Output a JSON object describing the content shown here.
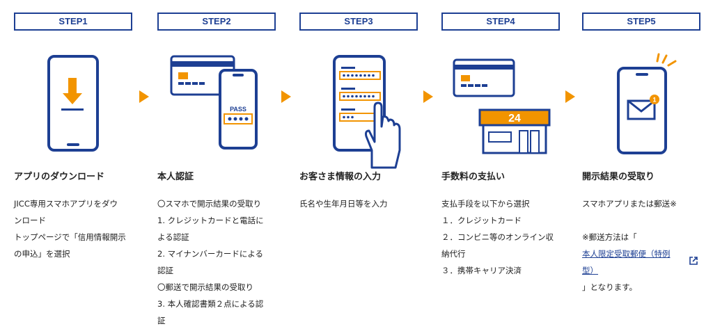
{
  "steps": [
    {
      "badge": "STEP1",
      "title": "アプリのダウンロード",
      "lines": [
        "JICC専用スマホアプリをダウ",
        "ンロード",
        "トップページで「信用情報開示",
        "の申込」を選択"
      ]
    },
    {
      "badge": "STEP2",
      "title": "本人認証",
      "card_label": "PASS",
      "lines": [
        "〇スマホで開示結果の受取り",
        "1. クレジットカードと電話に",
        "よる認証",
        "2. マイナンバーカードによる",
        "認証",
        "〇郵送で開示結果の受取り",
        "3. 本人確認書類２点による認",
        "証"
      ]
    },
    {
      "badge": "STEP3",
      "title": "お客さま情報の入力",
      "lines": [
        "氏名や生年月日等を入力"
      ]
    },
    {
      "badge": "STEP4",
      "title": "手数料の支払い",
      "store_sign": "24",
      "lines": [
        "支払手段を以下から選択",
        "１．クレジットカード",
        "２．コンビニ等のオンライン収",
        "納代行",
        "３．携帯キャリア決済"
      ]
    },
    {
      "badge": "STEP5",
      "title": "開示結果の受取り",
      "notification_count": "1",
      "lines": [
        "スマホアプリまたは郵送※"
      ],
      "note_prefix": "※郵送方法は「",
      "link_line1": "本人限定受取郵便（特例",
      "link_line2": "型）",
      "note_suffix": "」となります。"
    }
  ],
  "icons": [
    "download-icon",
    "credit-card-icon",
    "form-input-icon",
    "store-icon",
    "mail-notification-icon",
    "external-link-icon"
  ],
  "colors": {
    "navy": "#1d3f93",
    "orange": "#f29400"
  }
}
